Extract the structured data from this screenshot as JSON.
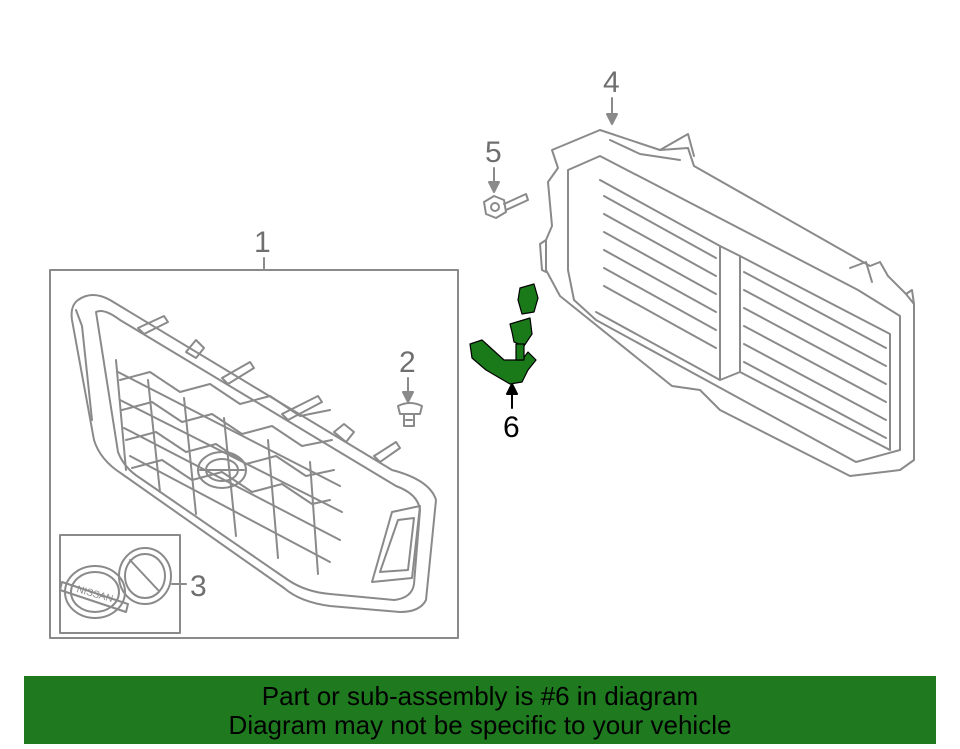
{
  "callouts": {
    "grille": "1",
    "clip": "2",
    "emblem": "3",
    "radiator_core_support": "4",
    "bolt": "5",
    "bracket": "6"
  },
  "emblem_text": "NISSAN",
  "banner": {
    "line1": "Part or sub-assembly is #6 in diagram",
    "line2": "Diagram may not be specific to your vehicle"
  },
  "colors": {
    "line_art": "#8a8a8a",
    "highlight_part": "#1a7a1a",
    "banner_background": "#1f7a1f",
    "banner_text": "#000000"
  }
}
